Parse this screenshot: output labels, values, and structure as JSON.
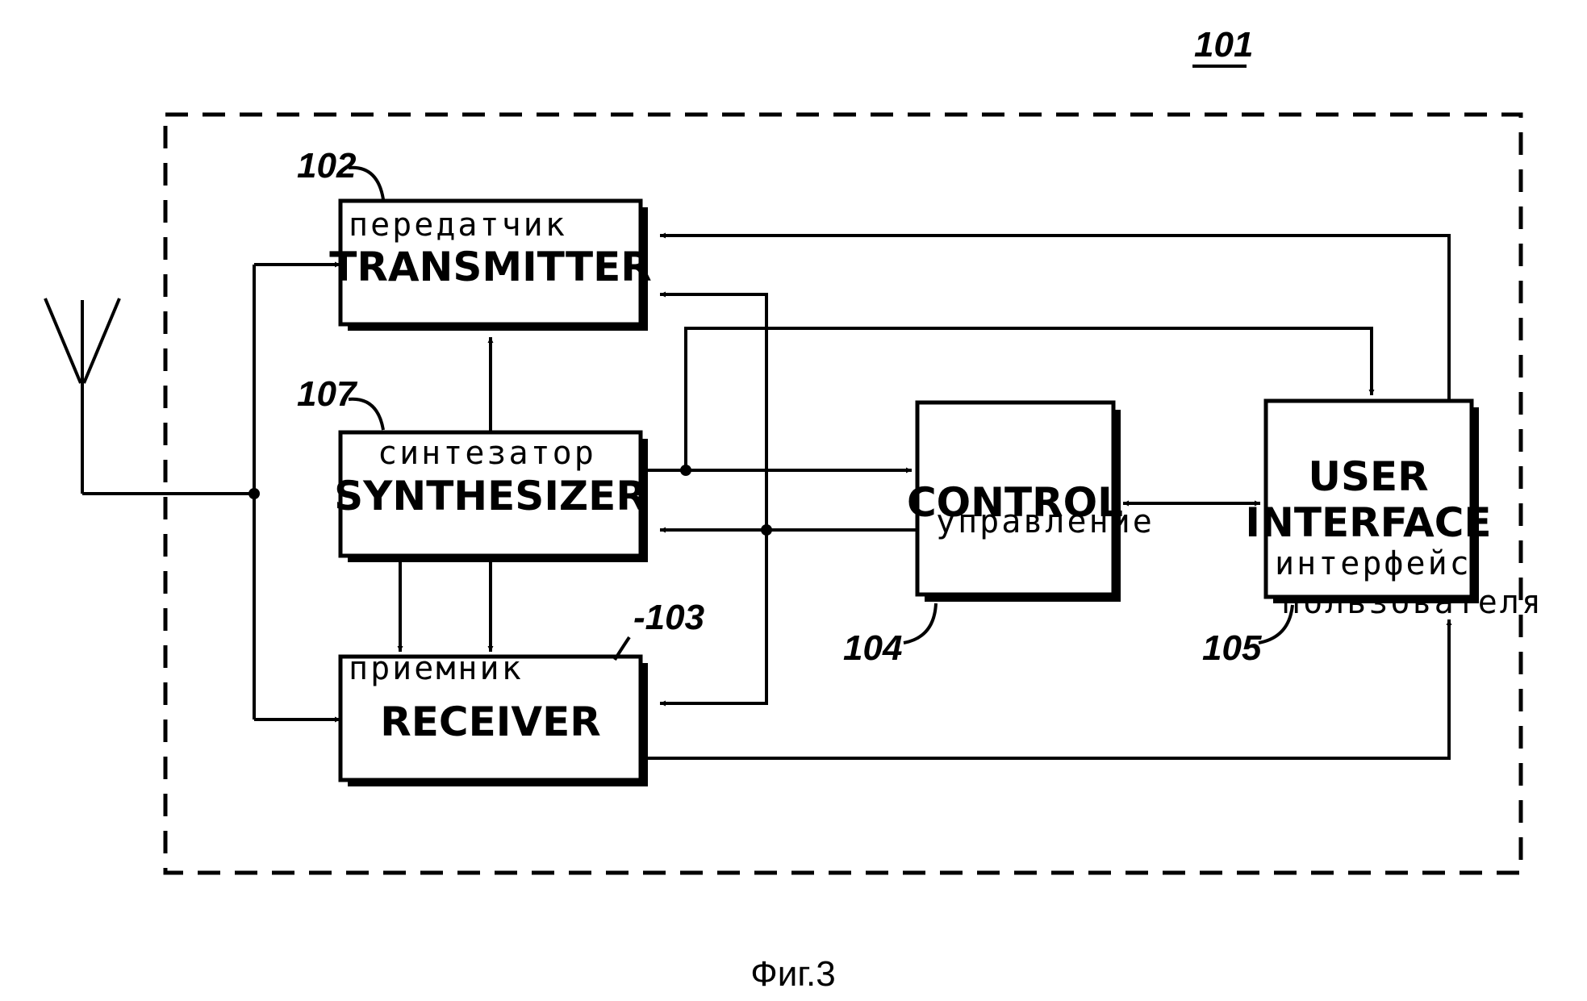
{
  "figure": {
    "ref_system": "101",
    "caption": "Фиг.3"
  },
  "blocks": {
    "transmitter": {
      "ref": "102",
      "label_en": "TRANSMITTER",
      "label_ru": "передатчик"
    },
    "synthesizer": {
      "ref": "107",
      "label_en": "SYNTHESIZER",
      "label_ru": "синтезатор"
    },
    "receiver": {
      "ref": "-103",
      "label_en": "RECEIVER",
      "label_ru": "приемник"
    },
    "control": {
      "ref": "104",
      "label_en": "CONTROL",
      "label_ru": "управление"
    },
    "user_interface": {
      "ref": "105",
      "label_en_1": "USER",
      "label_en_2": "INTERFACE",
      "label_ru_1": "интерфейс",
      "label_ru_2": "пользователя"
    }
  }
}
